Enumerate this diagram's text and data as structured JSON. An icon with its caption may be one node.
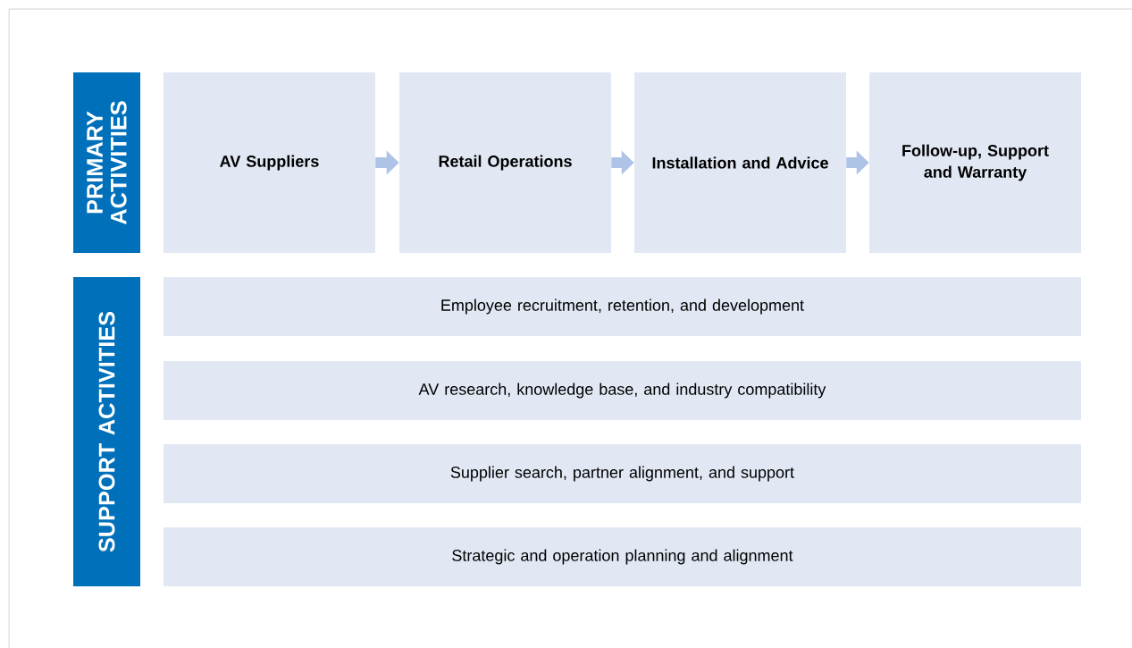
{
  "diagram": {
    "nodes": [
      {
        "text": [
          "PRIMARY ACTIVITIES"
        ]
      },
      {
        "text": [
          "AV Suppliers"
        ]
      },
      {
        "text": [
          "Retail Operations"
        ]
      },
      {
        "text": [
          "Installation and Advice"
        ]
      },
      {
        "text": [
          "Follow-up, Support and Warranty"
        ]
      },
      {
        "text": [
          "SUPPORT ACTIVITIES"
        ]
      },
      {
        "text": [
          "Employee recruitment, retention, and development"
        ]
      },
      {
        "text": [
          "AV research, knowledge base, and industry compatibility"
        ]
      },
      {
        "text": [
          "Supplier search, partner alignment, and support"
        ]
      },
      {
        "text": [
          "Strategic and operation planning and alignment"
        ]
      }
    ],
    "edges": [
      {
        "from": 1,
        "to": 2,
        "arrow": "to"
      },
      {
        "from": 2,
        "to": 3,
        "arrow": "to"
      },
      {
        "from": 3,
        "to": 4,
        "arrow": "to"
      }
    ]
  }
}
